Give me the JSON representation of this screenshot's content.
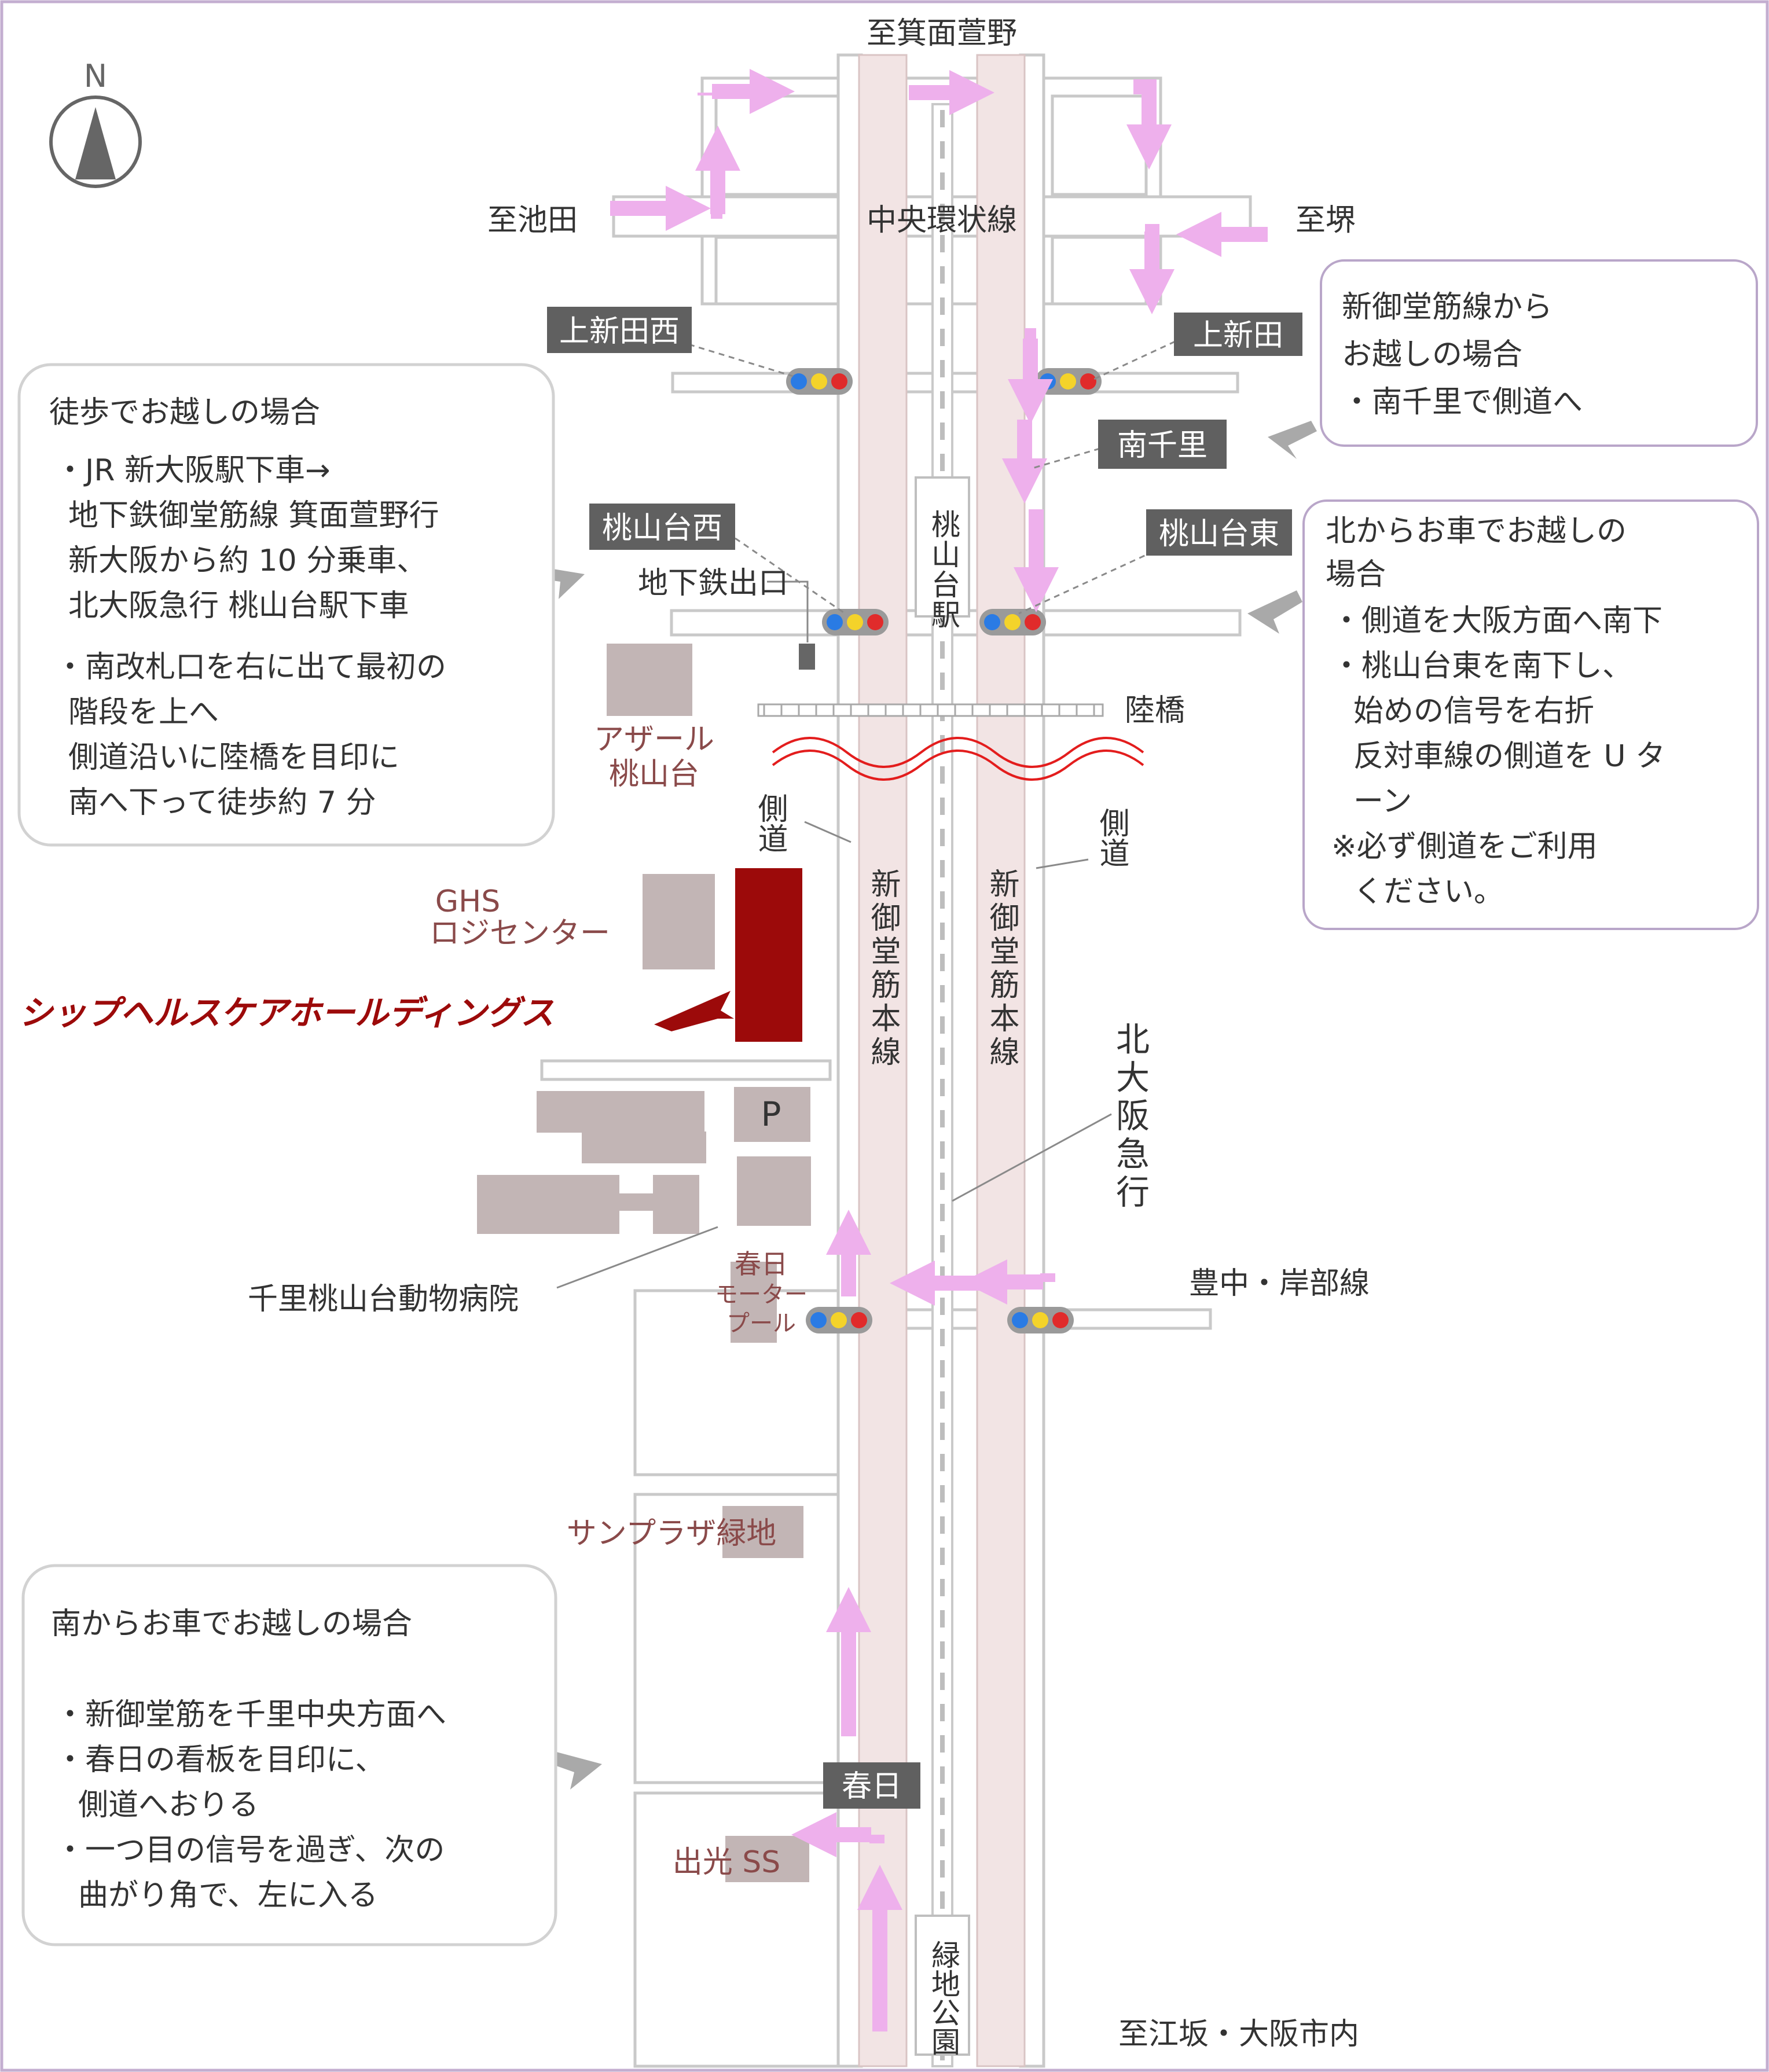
{
  "compass": {
    "north_letter": "N"
  },
  "directions": {
    "to_minoh": "至箕面萱野",
    "to_ikeda": "至池田",
    "to_sakai": "至堺",
    "to_esaka": "至江坂・大阪市内"
  },
  "roads": {
    "chuo_kanjo": "中央環状線",
    "toyonaka_kishibe": "豊中・岸部線",
    "shin_midosuji": "新御堂筋本線",
    "kita_osaka_kyuko": "北大阪急行",
    "sokudo": "側道",
    "rikkyo": "陸橋"
  },
  "station": {
    "momoyamadai_eki": "桃山台駅",
    "ryokuchi_koen": "緑地公園",
    "subway_exit": "地下鉄出口"
  },
  "signs": {
    "kamishinden_nishi": "上新田西",
    "kamishinden": "上新田",
    "minami_senri": "南千里",
    "momoyamadai_nishi": "桃山台西",
    "momoyamadai_higashi": "桃山台東",
    "kasuga": "春日"
  },
  "landmarks": {
    "azaru_l1": "アザール",
    "azaru_l2": "桃山台",
    "ghs_l1": "GHS",
    "ghs_l2": "ロジセンター",
    "company": "シップヘルスケアホールディングス",
    "parking": "P",
    "animal_hospital": "千里桃山台動物病院",
    "kasuga_motor_l1": "春日",
    "kasuga_motor_l2": "モーター",
    "kasuga_motor_l3": "プール",
    "sun_plaza": "サンプラザ緑地",
    "idemitsu": "出光 SS"
  },
  "boxes": {
    "walk": {
      "title": "徒歩でお越しの場合",
      "b1_l1": "・JR 新大阪駅下車→",
      "b1_l2": "地下鉄御堂筋線 箕面萱野行",
      "b1_l3": "新大阪から約 10 分乗車、",
      "b1_l4": "北大阪急行 桃山台駅下車",
      "b2_l1": "・南改札口を右に出て最初の",
      "b2_l2": "階段を上へ",
      "b2_l3": "側道沿いに陸橋を目印に",
      "b2_l4": "南へ下って徒歩約 7 分"
    },
    "shinmido": {
      "l1": "新御堂筋線から",
      "l2": "お越しの場合",
      "l3": "・南千里で側道へ"
    },
    "north": {
      "l1": "北からお車でお越しの",
      "l2": "場合",
      "l3": "・側道を大阪方面へ南下",
      "l4": "・桃山台東を南下し、",
      "l5": "始めの信号を右折",
      "l6": "反対車線の側道を U タ",
      "l7": "ーン",
      "l8": "※必ず側道をご利用",
      "l9": "ください。"
    },
    "south": {
      "title": "南からお車でお越しの場合",
      "l1": "・新御堂筋を千里中央方面へ",
      "l2": "・春日の看板を目印に、",
      "l3": "側道へおりる",
      "l4": "・一つ目の信号を過ぎ、次の",
      "l5": "曲がり角で、左に入る"
    }
  },
  "colors": {
    "frame": "#c3aed0",
    "road_outline": "#c9c9c9",
    "expressway_fill": "#f2e4e4",
    "sign_bg": "#606060",
    "building": "#c2b5b5",
    "company_building": "#9c0a0a",
    "company_text": "#9c0a0a",
    "landmark_text": "#8a4a4a",
    "arrow": "#eeb0ec",
    "bridge_wave": "#e31d1d",
    "text": "#333333"
  }
}
